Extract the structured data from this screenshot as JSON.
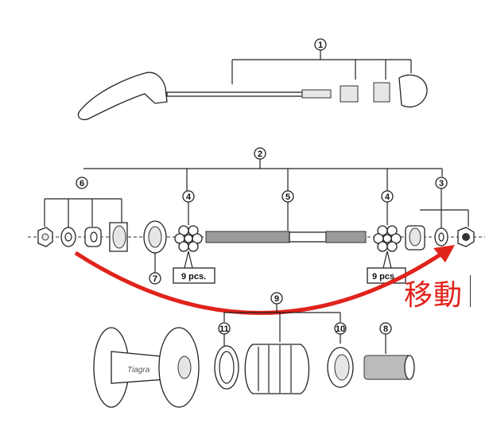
{
  "callouts": {
    "c1": "1",
    "c2": "2",
    "c3": "3",
    "c4a": "4",
    "c4b": "4",
    "c5": "5",
    "c6": "6",
    "c7": "7",
    "c8": "8",
    "c9": "9",
    "c10": "10",
    "c11": "11"
  },
  "ball_labels": [
    "9 pcs.",
    "9 pcs."
  ],
  "annotation": {
    "text": "移動",
    "color": "#e0231b"
  },
  "hub_logo": "Tiagra"
}
